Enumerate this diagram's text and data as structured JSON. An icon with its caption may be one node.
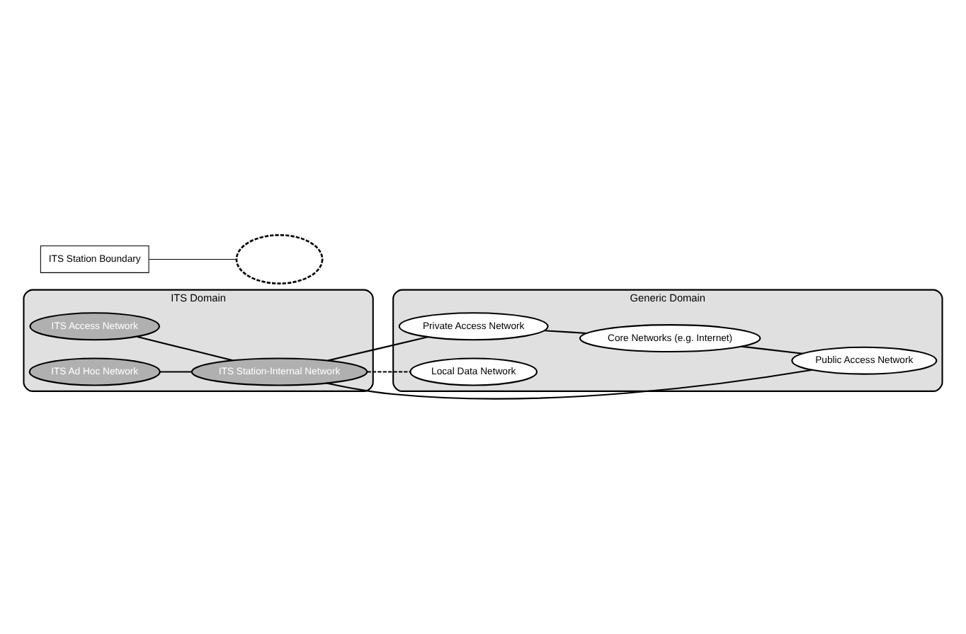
{
  "diagram": {
    "nodes": [
      {
        "text": [
          "ITS Domain"
        ]
      },
      {
        "text": [
          "ITS Access Network"
        ],
        "in": 0
      },
      {
        "text": [
          "ITS Ad Hoc Network"
        ],
        "in": 0
      },
      {
        "text": [
          "ITS Station-Internal Network"
        ],
        "in": 0
      },
      {
        "text": [
          "Generic Domain"
        ]
      },
      {
        "text": [
          "Private Access Network"
        ],
        "in": 4
      },
      {
        "text": [
          "Core Networks (e.g. Internet)"
        ],
        "in": 4
      },
      {
        "text": [
          "Local Data Network"
        ],
        "in": 4
      },
      {
        "text": [
          "Public Access Network"
        ],
        "in": 4
      },
      {
        "text": [
          "ITS Station Boundary"
        ]
      },
      {
        "text": [],
        "shape": "ellipse"
      }
    ],
    "edges": [
      {
        "from": 1,
        "to": 3,
        "arrow": "none"
      },
      {
        "from": 2,
        "to": 3,
        "arrow": "none"
      },
      {
        "from": 3,
        "to": 5,
        "arrow": "none"
      },
      {
        "from": 3,
        "to": 7,
        "arrow": "none",
        "style": "dashed"
      },
      {
        "from": 3,
        "to": 8,
        "arrow": "none"
      },
      {
        "from": 5,
        "to": 6,
        "arrow": "none"
      },
      {
        "from": 6,
        "to": 8,
        "arrow": "none"
      },
      {
        "from": 9,
        "to": 10,
        "arrow": "none"
      }
    ]
  }
}
